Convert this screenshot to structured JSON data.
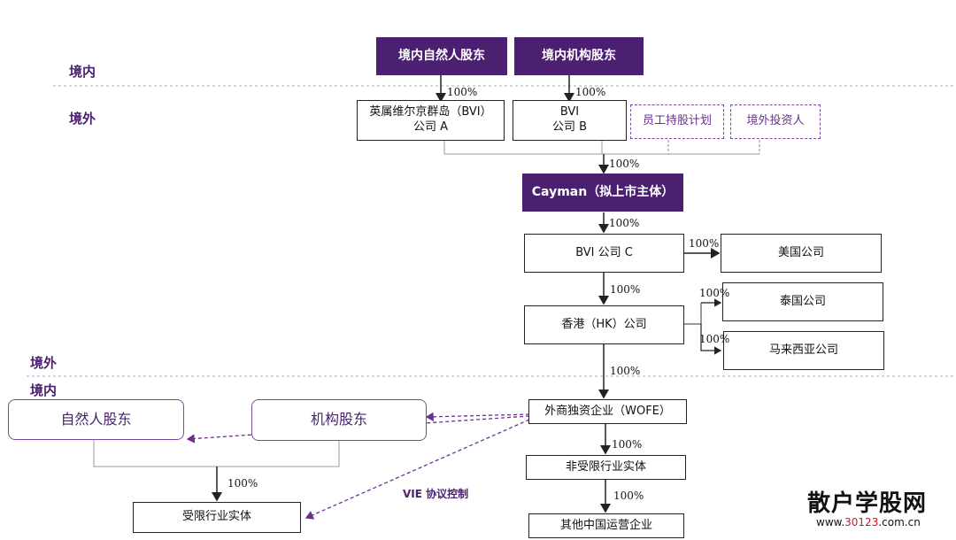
{
  "regions": {
    "domestic_top": "境内",
    "overseas_top": "境外",
    "overseas_bottom": "境外",
    "domestic_bottom": "境内"
  },
  "nodes": {
    "domestic_natural_shareholder": "境内自然人股东",
    "domestic_institutional_shareholder": "境内机构股东",
    "bvi_company_a_line1": "英属维尔京群岛（BVI）",
    "bvi_company_a_line2": "公司 A",
    "bvi_company_b_line1": "BVI",
    "bvi_company_b_line2": "公司 B",
    "employee_stock_plan": "员工持股计划",
    "overseas_investor": "境外投资人",
    "cayman": "Cayman（拟上市主体）",
    "bvi_company_c": "BVI  公司 C",
    "us_company": "美国公司",
    "hk_company": "香港（HK）公司",
    "thailand_company": "泰国公司",
    "malaysia_company": "马来西亚公司",
    "wofe": "外商独资企业（WOFE）",
    "non_restricted_entity": "非受限行业实体",
    "other_china_entity": "其他中国运营企业",
    "natural_shareholder": "自然人股东",
    "institutional_shareholder": "机构股东",
    "restricted_entity": "受限行业实体"
  },
  "ownership_labels": {
    "natural_to_bvi_a": "100%",
    "institutional_to_bvi_b": "100%",
    "to_cayman": "100%",
    "cayman_to_bvi_c": "100%",
    "bvi_c_to_us": "100%",
    "bvi_c_to_hk": "100%",
    "hk_to_thailand": "100%",
    "hk_to_malaysia": "100%",
    "hk_to_wofe": "100%",
    "wofe_to_non_restricted": "100%",
    "non_restricted_to_other": "100%",
    "shareholders_to_restricted": "100%"
  },
  "vie_label": "VIE 协议控制",
  "watermark": {
    "title": "散户学股网",
    "url_prefix": "www.",
    "url_number": "30123",
    "url_suffix": ".com.cn"
  },
  "colors": {
    "purple": "#4b2070",
    "light_purple": "#7b4aa0",
    "line": "#333333",
    "watermark_red": "#d01818"
  }
}
